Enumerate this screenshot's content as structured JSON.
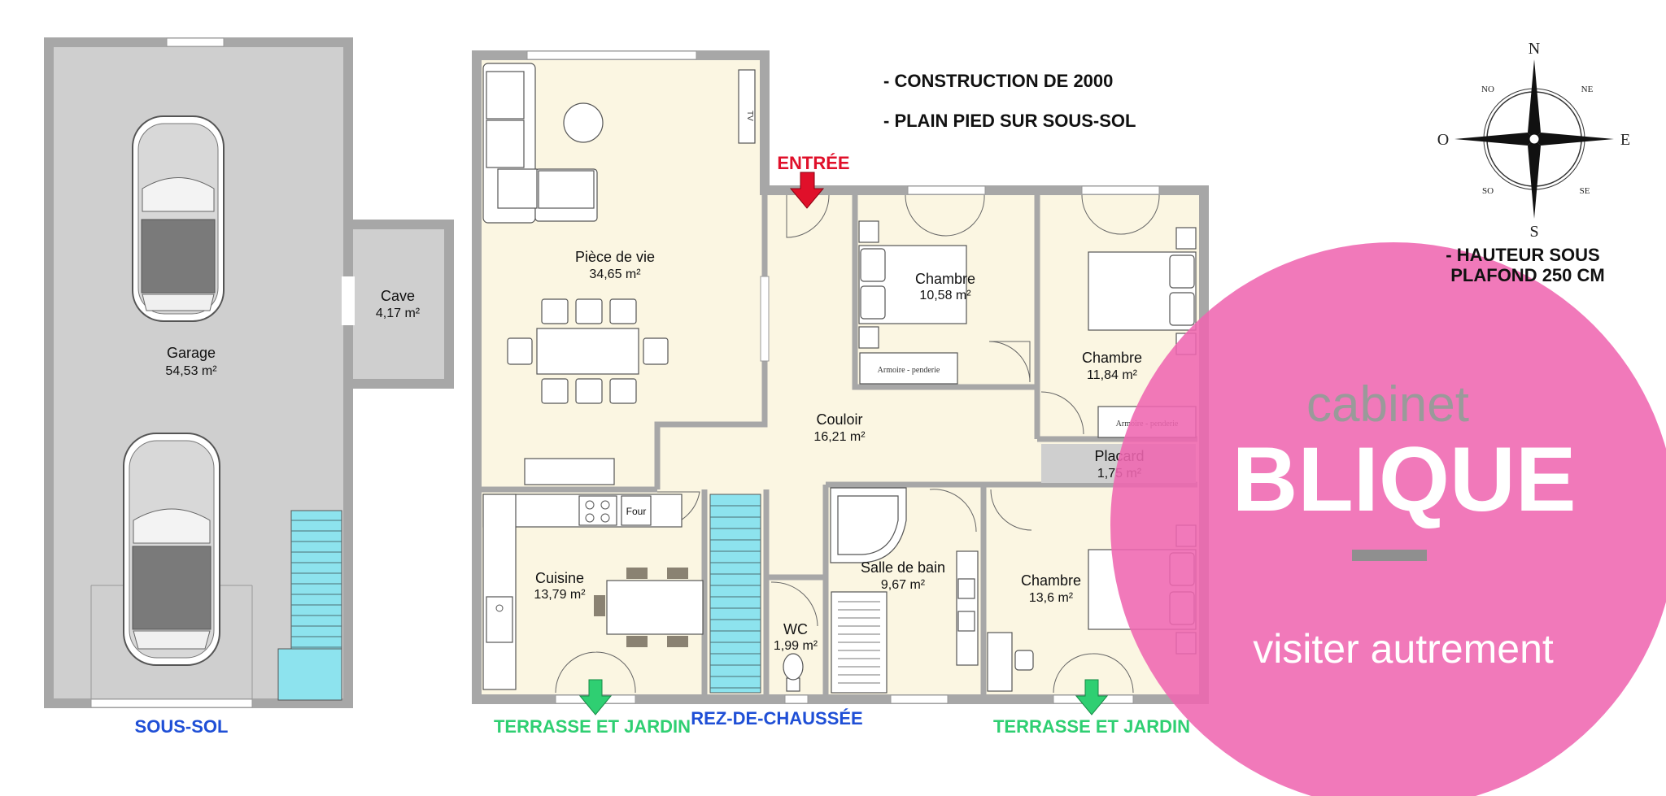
{
  "notes": {
    "construction": "- CONSTRUCTION DE 2000",
    "plain_pied": "- PLAIN PIED SUR SOUS-SOL",
    "hauteur_line1": "- HAUTEUR SOUS",
    "hauteur_line2": "PLAFOND 250 CM"
  },
  "levels": {
    "sous_sol": "SOUS-SOL",
    "rez_de_chaussee": "REZ-DE-CHAUSSÉE"
  },
  "exits": {
    "entree": "ENTRÉE",
    "terrasse_left": "TERRASSE ET JARDIN",
    "terrasse_right": "TERRASSE ET JARDIN"
  },
  "rooms": {
    "garage": {
      "name": "Garage",
      "area": "54,53 m²"
    },
    "cave": {
      "name": "Cave",
      "area": "4,17 m²"
    },
    "piece_de_vie": {
      "name": "Pièce de vie",
      "area": "34,65 m²"
    },
    "chambre1": {
      "name": "Chambre",
      "area": "10,58 m²"
    },
    "chambre2": {
      "name": "Chambre",
      "area": "11,84 m²"
    },
    "couloir": {
      "name": "Couloir",
      "area": "16,21 m²"
    },
    "placard": {
      "name": "Placard",
      "area": "1,75 m²"
    },
    "cuisine": {
      "name": "Cuisine",
      "area": "13,79 m²"
    },
    "salle_de_bain": {
      "name": "Salle de bain",
      "area": "9,67 m²"
    },
    "wc": {
      "name": "WC",
      "area": "1,99 m²"
    },
    "chambre3": {
      "name": "Chambre",
      "area": "13,6 m²"
    }
  },
  "furniture_labels": {
    "tv": "TV",
    "four": "Four",
    "armoire1": "Armoire - penderie",
    "armoire2": "Armoire - penderie"
  },
  "compass": {
    "n": "N",
    "s": "S",
    "e": "E",
    "o": "O",
    "ne": "NE",
    "no": "NO",
    "se": "SE",
    "so": "SO"
  },
  "watermark": {
    "line1": "cabinet",
    "line2": "BLIQUE",
    "tagline": "visiter autrement",
    "color": "#ef67b0"
  },
  "colors": {
    "floor_rdc": "#fbf6e2",
    "floor_sous_sol": "#cfcfcf",
    "wall": "#a7a7a7",
    "stairs": "#8de3ee"
  }
}
